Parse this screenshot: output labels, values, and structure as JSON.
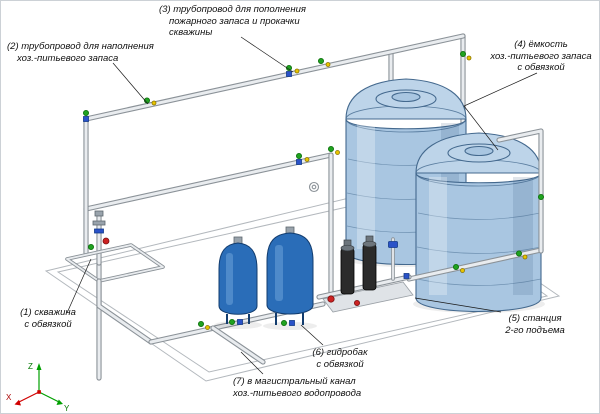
{
  "callouts": {
    "c1": {
      "lines": [
        "(1) скважина",
        "с обвязкой"
      ]
    },
    "c2": {
      "lines": [
        "(2) трубопровод для наполнения",
        "хоз.-питьевого запаса"
      ]
    },
    "c3": {
      "lines": [
        "(3) трубопровод для пополнения",
        "пожарного запаса и прокачки",
        "скважины"
      ]
    },
    "c4": {
      "lines": [
        "(4) ёмкость",
        "хоз.-питьевого запаса",
        "с обвязкой"
      ]
    },
    "c5": {
      "lines": [
        "(5) станция",
        "2-го подъема"
      ]
    },
    "c6": {
      "lines": [
        "(6) гидробак",
        "с обвязкой"
      ]
    },
    "c7": {
      "lines": [
        "(7) в магистральный канал",
        "хоз.-питьевого водопровода"
      ]
    }
  },
  "axes": {
    "x": "X",
    "y": "Y",
    "z": "Z"
  },
  "colors": {
    "pipe_dark": "#8b9298",
    "pipe_light": "#e9ecef",
    "tank_fill": "#a9c6e1",
    "tank_light": "#bdd4e9",
    "tank_stroke": "#44698e",
    "vessel_fill": "#2a6db8",
    "vessel_stroke": "#123c6e",
    "vessel_light": "#6ba3d8",
    "valve_green": "#1fa21f",
    "valve_blue": "#2a52c8",
    "valve_yellow": "#e8c400",
    "accent_red": "#cc2222",
    "platform": "#b3b8bd",
    "pump_dark": "#2b2b2b"
  }
}
